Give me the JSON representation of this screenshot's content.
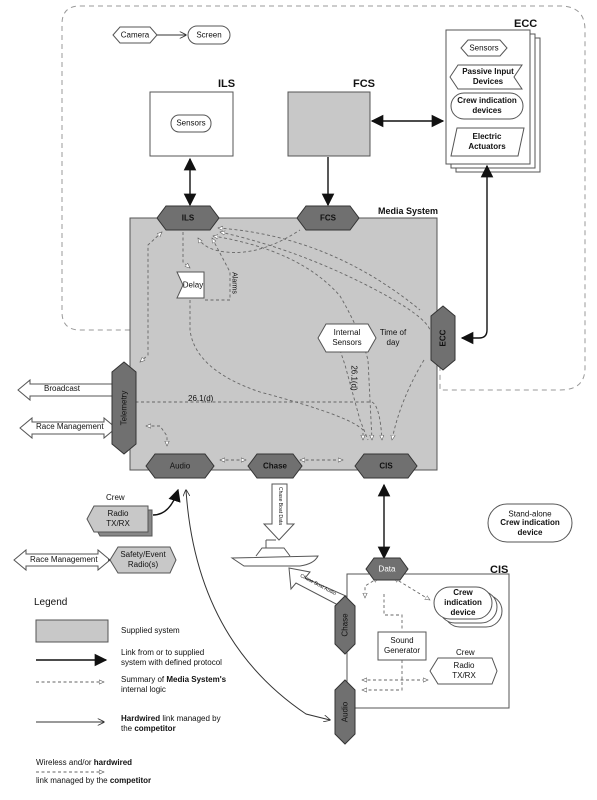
{
  "panels": {
    "ecc_title": "ECC",
    "ils_title": "ILS",
    "fcs_title": "FCS",
    "media_title": "Media System",
    "cis_title": "CIS"
  },
  "legend_top": {
    "camera": "Camera",
    "screen": "Screen"
  },
  "ecc": {
    "sensors": "Sensors",
    "passive_input": "Passive Input Devices",
    "crew_indication": "Crew indication devices",
    "electric_actuators": "Electric Actuators"
  },
  "ils": {
    "sensors": "Sensors"
  },
  "media": {
    "ils": "ILS",
    "fcs": "FCS",
    "ecc": "ECC",
    "telemetry": "Telemetry",
    "audio": "Audio",
    "chase": "Chase",
    "cis": "CIS",
    "delay": "Delay",
    "alarms": "Alarms",
    "internal_sensors": "Internal Sensors",
    "time_of_day": "Time of day",
    "ref_261d": "26.1(d)",
    "ref_261d_diag": "26.1(d)"
  },
  "external": {
    "broadcast": "Broadcast",
    "race_management_1": "Race Management",
    "race_management_2": "Race Management",
    "crew_1": "Crew",
    "radio_txrx_1": "Radio TX/RX",
    "safety_event": "Safety/Event Radio(s)",
    "chase_boat_data": "Chase Boat Data",
    "chase_boat_audio": "Chase Boat Audio",
    "standalone_1": "Stand-alone",
    "standalone_2": "Crew indication device"
  },
  "cis": {
    "data": "Data",
    "crew_indication": "Crew indication device",
    "chase": "Chase",
    "sound_generator": "Sound Generator",
    "audio": "Audio",
    "crew": "Crew",
    "radio_txrx": "Radio TX/RX"
  },
  "legend": {
    "heading": "Legend",
    "supplied": "Supplied system",
    "link_1": "Link from or to supplied",
    "link_2": "system with defined protocol",
    "summary_1": "Summary of ",
    "summary_bold": "Media System's",
    "summary_2": "internal logic",
    "hard_bold": "Hardwired",
    "hard_1": " link managed by",
    "hard_2": "the ",
    "hard_2_bold": "competitor",
    "wire_1": "Wireless and/or ",
    "wire_bold": "hardwired",
    "wire_2": "link managed by the ",
    "wire_2_bold": "competitor"
  },
  "colors": {
    "supplied_fill": "#c8c8c8",
    "node_fill": "#707070",
    "line": "#222222",
    "dashed": "#666666"
  }
}
